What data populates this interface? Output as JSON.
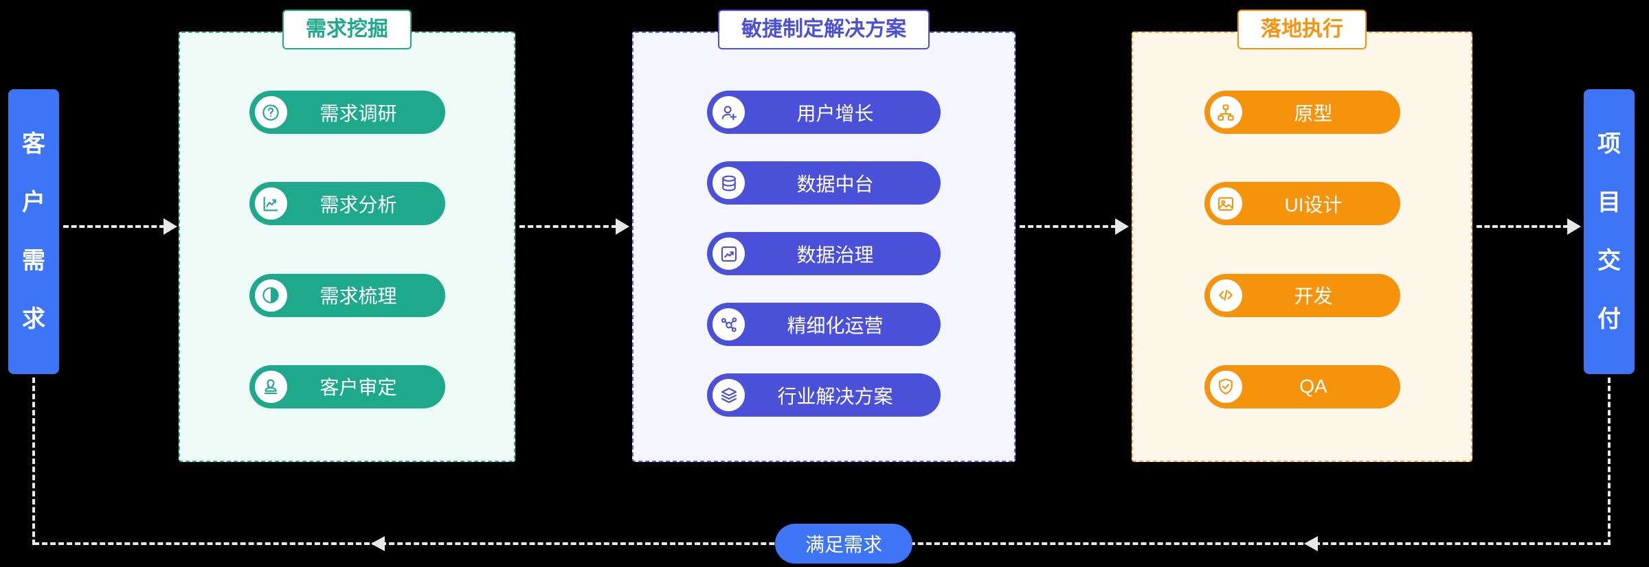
{
  "colors": {
    "background": "#000000",
    "node_blue": "#3E74F6",
    "teal": "#1EA98C",
    "blue": "#4A50D8",
    "orange": "#F6930D",
    "arrow": "#E8E8E8"
  },
  "left_node": {
    "label": "客户需求"
  },
  "right_node": {
    "label": "项目交付"
  },
  "feedback": {
    "label": "满足需求"
  },
  "panels": [
    {
      "title": "需求挖掘",
      "accent": "#1EA98C",
      "bg": "#EEFAF6",
      "items": [
        {
          "label": "需求调研",
          "icon": "question-circle-icon"
        },
        {
          "label": "需求分析",
          "icon": "line-chart-icon"
        },
        {
          "label": "需求梳理",
          "icon": "pie-chart-icon"
        },
        {
          "label": "客户审定",
          "icon": "stamp-icon"
        }
      ]
    },
    {
      "title": "敏捷制定解决方案",
      "accent": "#4A50D8",
      "bg": "#F4F5FE",
      "items": [
        {
          "label": "用户增长",
          "icon": "user-plus-icon"
        },
        {
          "label": "数据中台",
          "icon": "database-icon"
        },
        {
          "label": "数据治理",
          "icon": "chart-board-icon"
        },
        {
          "label": "精细化运营",
          "icon": "network-icon"
        },
        {
          "label": "行业解决方案",
          "icon": "layers-icon"
        }
      ]
    },
    {
      "title": "落地执行",
      "accent": "#F6930D",
      "bg": "#FDF7EA",
      "items": [
        {
          "label": "原型",
          "icon": "sitemap-icon"
        },
        {
          "label": "UI设计",
          "icon": "image-icon"
        },
        {
          "label": "开发",
          "icon": "code-icon"
        },
        {
          "label": "QA",
          "icon": "shield-check-icon"
        }
      ]
    }
  ]
}
